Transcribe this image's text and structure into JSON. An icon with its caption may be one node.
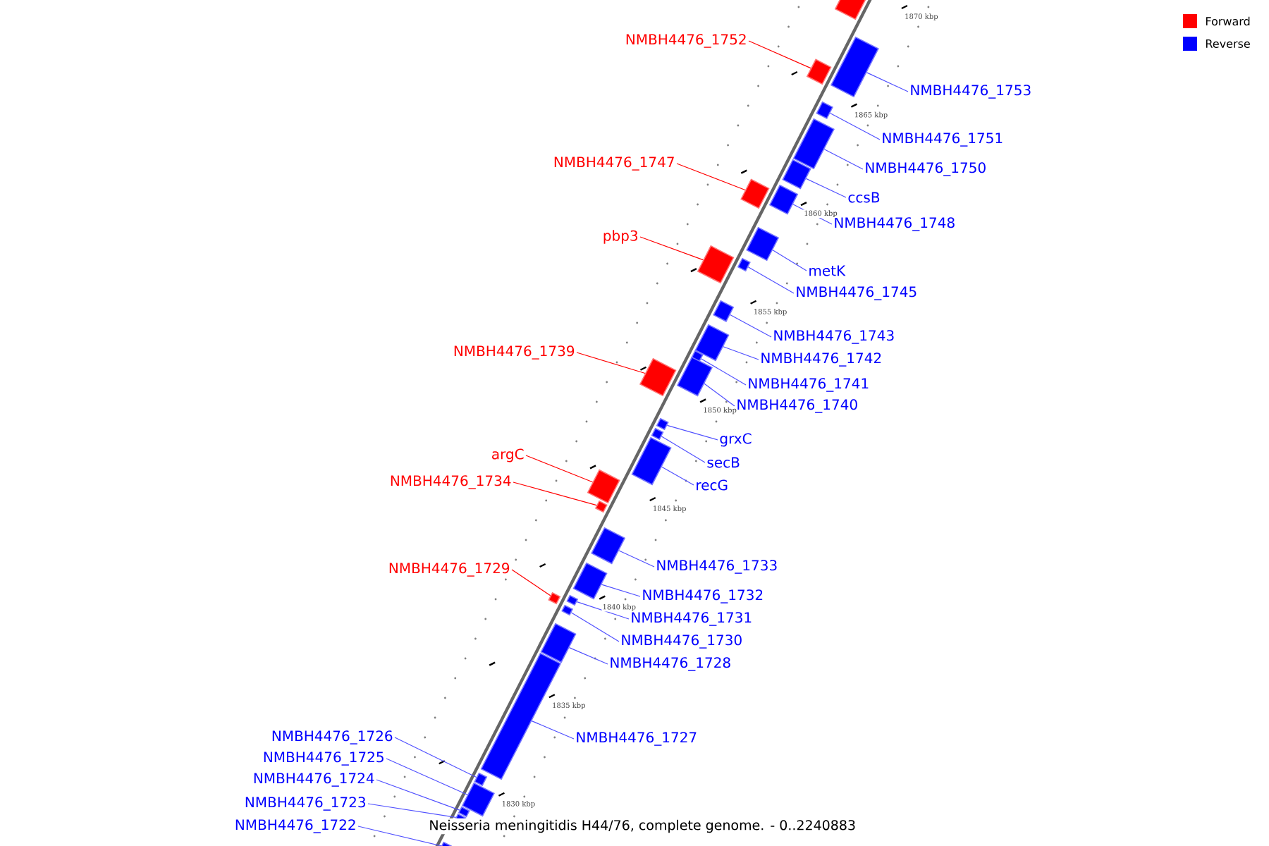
{
  "diagram": {
    "caption": "Neisseria meningitidis H44/76, complete genome. - 0..2240883",
    "nodes": [
      {
        "text": [
          "NMBH4476_1752"
        ]
      },
      {
        "text": [
          "NMBH4476_1753"
        ]
      },
      {
        "text": [
          "NMBH4476_1751"
        ]
      },
      {
        "text": [
          "NMBH4476_1750"
        ]
      },
      {
        "text": [
          "NMBH4476_1747"
        ]
      },
      {
        "text": [
          "ccsB"
        ]
      },
      {
        "text": [
          "NMBH4476_1748"
        ]
      },
      {
        "text": [
          "pbp3"
        ]
      },
      {
        "text": [
          "metK"
        ]
      },
      {
        "text": [
          "NMBH4476_1745"
        ]
      },
      {
        "text": [
          "NMBH4476_1743"
        ]
      },
      {
        "text": [
          "NMBH4476_1739"
        ]
      },
      {
        "text": [
          "NMBH4476_1742"
        ]
      },
      {
        "text": [
          "NMBH4476_1741"
        ]
      },
      {
        "text": [
          "NMBH4476_1740"
        ]
      },
      {
        "text": [
          "grxC"
        ]
      },
      {
        "text": [
          "secB"
        ]
      },
      {
        "text": [
          "argC"
        ]
      },
      {
        "text": [
          "NMBH4476_1734"
        ]
      },
      {
        "text": [
          "recG"
        ]
      },
      {
        "text": [
          "NMBH4476_1733"
        ]
      },
      {
        "text": [
          "NMBH4476_1729"
        ]
      },
      {
        "text": [
          "NMBH4476_1732"
        ]
      },
      {
        "text": [
          "NMBH4476_1731"
        ]
      },
      {
        "text": [
          "NMBH4476_1730"
        ]
      },
      {
        "text": [
          "NMBH4476_1728"
        ]
      },
      {
        "text": [
          "NMBH4476_1727"
        ]
      },
      {
        "text": [
          "NMBH4476_1726"
        ]
      },
      {
        "text": [
          "NMBH4476_1725"
        ]
      },
      {
        "text": [
          "NMBH4476_1724"
        ]
      },
      {
        "text": [
          "NMBH4476_1723"
        ]
      },
      {
        "text": [
          "NMBH4476_1722"
        ]
      },
      {
        "text": [],
        "shape": "bar"
      },
      {
        "text": [],
        "shape": "bar"
      },
      {
        "text": [],
        "shape": "bar"
      },
      {
        "text": [],
        "shape": "bar"
      },
      {
        "text": [],
        "shape": "bar"
      },
      {
        "text": [],
        "shape": "bar"
      },
      {
        "text": [],
        "shape": "bar"
      },
      {
        "text": [],
        "shape": "bar"
      },
      {
        "text": [],
        "shape": "bar"
      },
      {
        "text": [],
        "shape": "bar"
      },
      {
        "text": [],
        "shape": "bar"
      },
      {
        "text": [],
        "shape": "bar"
      },
      {
        "text": [],
        "shape": "bar"
      },
      {
        "text": [],
        "shape": "bar"
      },
      {
        "text": [],
        "shape": "bar"
      },
      {
        "text": [],
        "shape": "bar"
      },
      {
        "text": [],
        "shape": "bar"
      },
      {
        "text": [],
        "shape": "bar"
      },
      {
        "text": [],
        "shape": "bar"
      },
      {
        "text": [],
        "shape": "bar"
      },
      {
        "text": [],
        "shape": "bar"
      },
      {
        "text": [],
        "shape": "bar"
      },
      {
        "text": [],
        "shape": "bar"
      },
      {
        "text": [],
        "shape": "bar"
      },
      {
        "text": [],
        "shape": "bar"
      },
      {
        "text": [],
        "shape": "bar"
      },
      {
        "text": [],
        "shape": "bar"
      },
      {
        "text": [],
        "shape": "bar"
      },
      {
        "text": [],
        "shape": "bar"
      },
      {
        "text": [],
        "shape": "bar"
      },
      {
        "text": [],
        "shape": "bar"
      },
      {
        "text": [],
        "shape": "bar"
      },
      {
        "text": [],
        "shape": "bar"
      }
    ],
    "edges": [
      {
        "from": 0,
        "to": 33,
        "arrow": "none",
        "color": "#ff0000"
      },
      {
        "from": 1,
        "to": 34,
        "arrow": "none"
      },
      {
        "from": 2,
        "to": 35,
        "arrow": "none"
      },
      {
        "from": 3,
        "to": 36,
        "arrow": "none"
      },
      {
        "from": 4,
        "to": 37,
        "arrow": "none",
        "color": "#ff0000"
      },
      {
        "from": 5,
        "to": 38,
        "arrow": "none"
      },
      {
        "from": 6,
        "to": 39,
        "arrow": "none"
      },
      {
        "from": 7,
        "to": 40,
        "arrow": "none",
        "color": "#ff0000"
      },
      {
        "from": 8,
        "to": 41,
        "arrow": "none"
      },
      {
        "from": 9,
        "to": 42,
        "arrow": "none"
      },
      {
        "from": 10,
        "to": 43,
        "arrow": "none"
      },
      {
        "from": 11,
        "to": 44,
        "arrow": "none",
        "color": "#ff0000"
      },
      {
        "from": 12,
        "to": 45,
        "arrow": "none"
      },
      {
        "from": 13,
        "to": 46,
        "arrow": "none"
      },
      {
        "from": 14,
        "to": 47,
        "arrow": "none"
      },
      {
        "from": 15,
        "to": 48,
        "arrow": "none"
      },
      {
        "from": 16,
        "to": 49,
        "arrow": "none"
      },
      {
        "from": 17,
        "to": 50,
        "arrow": "none",
        "color": "#ff0000"
      },
      {
        "from": 18,
        "to": 51,
        "arrow": "none",
        "color": "#ff0000"
      },
      {
        "from": 19,
        "to": 52,
        "arrow": "none"
      },
      {
        "from": 20,
        "to": 53,
        "arrow": "none"
      },
      {
        "from": 21,
        "to": 54,
        "arrow": "none",
        "color": "#ff0000"
      },
      {
        "from": 22,
        "to": 55,
        "arrow": "none"
      },
      {
        "from": 23,
        "to": 56,
        "arrow": "none"
      },
      {
        "from": 24,
        "to": 57,
        "arrow": "none"
      },
      {
        "from": 25,
        "to": 58,
        "arrow": "none"
      },
      {
        "from": 26,
        "to": 59,
        "arrow": "none"
      },
      {
        "from": 27,
        "to": 60,
        "arrow": "none"
      },
      {
        "from": 28,
        "to": 61,
        "arrow": "none"
      },
      {
        "from": 29,
        "to": 62,
        "arrow": "none"
      },
      {
        "from": 30,
        "to": 63,
        "arrow": "none"
      },
      {
        "from": 31,
        "to": 64,
        "arrow": "none"
      }
    ],
    "labels": [
      "1870 kbp",
      "1865 kbp",
      "1860 kbp",
      "1855 kbp",
      "1850 kbp",
      "1845 kbp",
      "1840 kbp",
      "1835 kbp",
      "1830 kbp"
    ],
    "legend": [
      {
        "text": "Forward",
        "color": "#ff0000"
      },
      {
        "text": "Reverse",
        "color": "#0000ff"
      }
    ]
  }
}
